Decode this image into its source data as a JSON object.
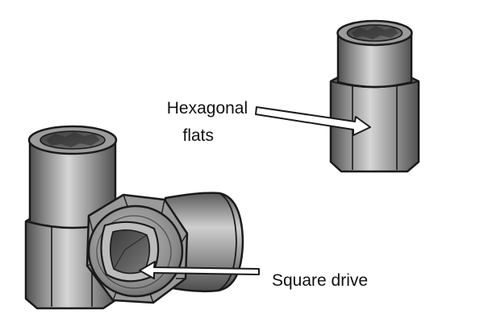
{
  "labels": {
    "hexagonal": [
      "Hexagonal",
      "flats"
    ],
    "square_drive": "Square drive"
  },
  "colors": {
    "background": "#ffffff",
    "outline": "#1a1a1a",
    "metal_light": "#c9c9c9",
    "metal_mid": "#8f8f8f",
    "metal_dark": "#4a4a4a",
    "arrow_fill": "#ffffff"
  },
  "objects": [
    {
      "name": "socket-upright-right",
      "depicts": "socket-upright"
    },
    {
      "name": "socket-upright-left",
      "depicts": "socket-upright"
    },
    {
      "name": "socket-on-side",
      "depicts": "socket-on-side"
    }
  ]
}
